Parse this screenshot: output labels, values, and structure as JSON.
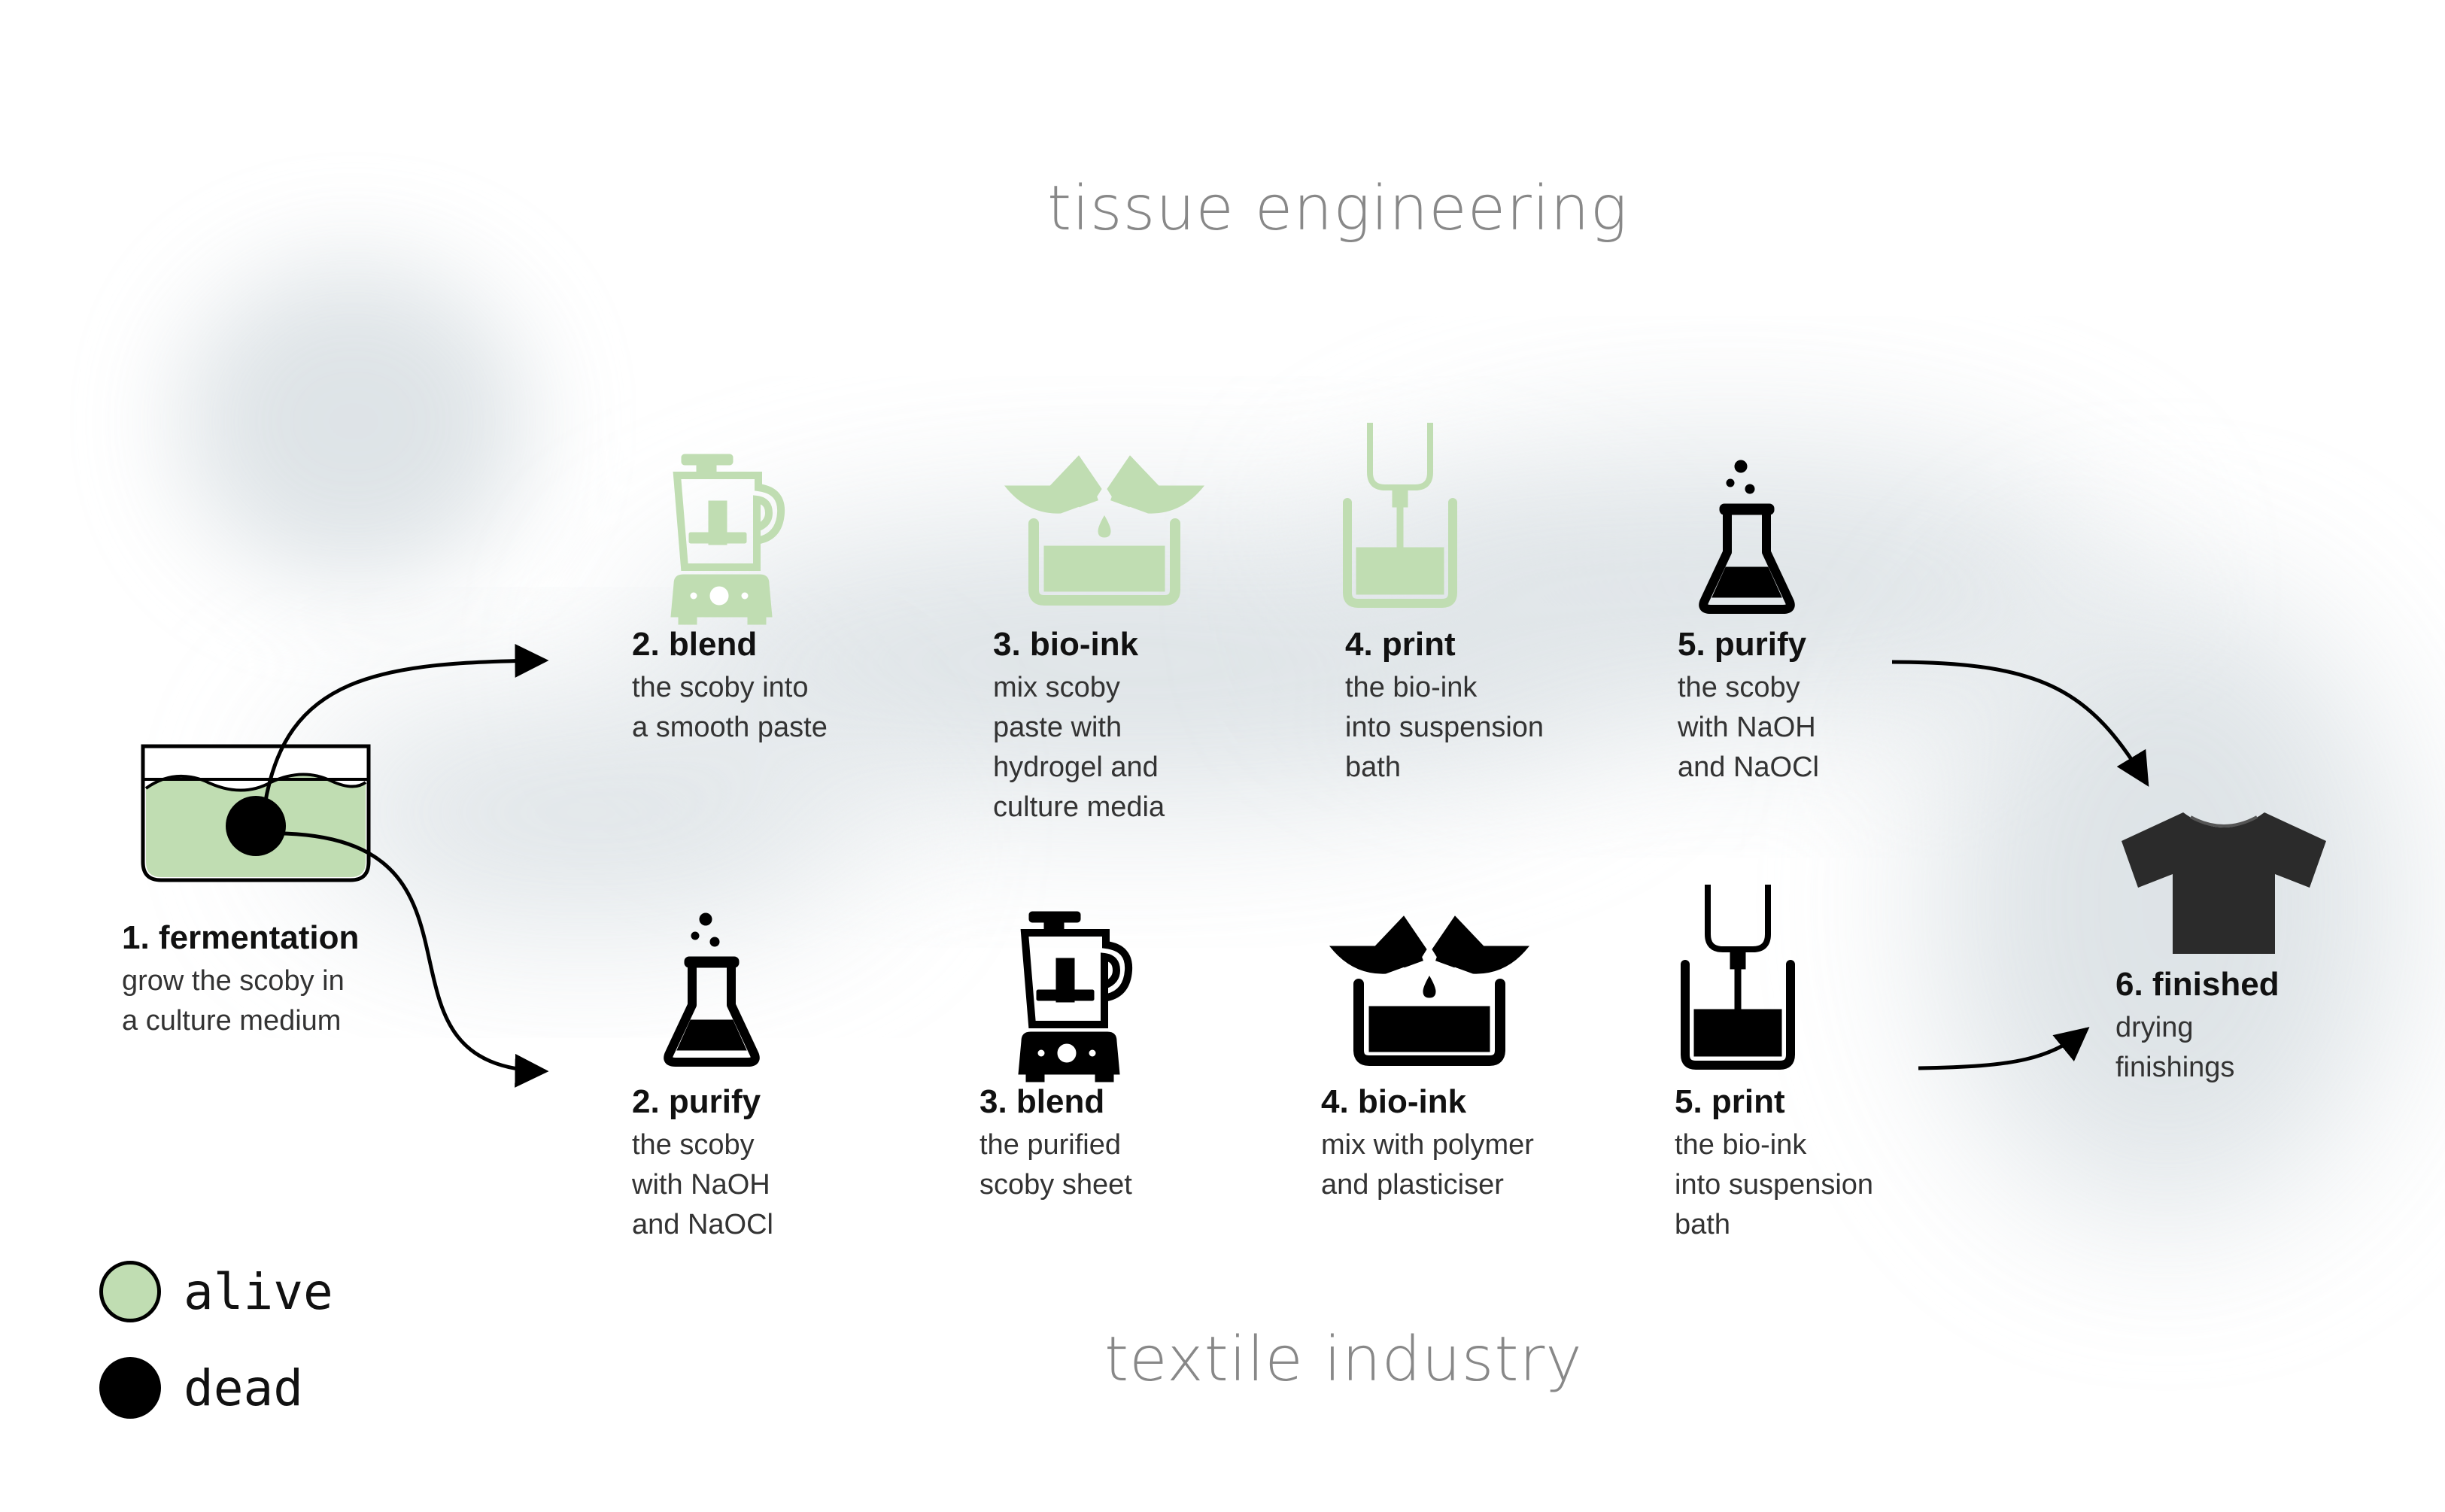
{
  "titles": {
    "top": "tissue engineering",
    "bottom": "textile industry"
  },
  "colors": {
    "alive": "#c0ddb2",
    "alive_stroke": "#a9cc99",
    "dead": "#000000",
    "shirt": "#2b2b2b"
  },
  "start": {
    "title": "1. fermentation",
    "lines": [
      "grow the scoby in",
      "a culture medium"
    ],
    "icon": "container-with-scoby-icon"
  },
  "top_row": [
    {
      "title": "2. blend",
      "lines": [
        "the scoby into",
        "a smooth paste"
      ],
      "icon": "food-processor-icon",
      "state": "alive"
    },
    {
      "title": "3. bio-ink",
      "lines": [
        "mix scoby",
        "paste with",
        "hydrogel and",
        "culture media"
      ],
      "icon": "mixing-beaker-icon",
      "state": "alive"
    },
    {
      "title": "4. print",
      "lines": [
        "the bio-ink",
        "into suspension",
        "bath"
      ],
      "icon": "printer-nozzle-icon",
      "state": "alive"
    },
    {
      "title": "5. purify",
      "lines": [
        "the scoby",
        "with NaOH",
        "and NaOCl"
      ],
      "icon": "erlenmeyer-flask-icon",
      "state": "dead"
    }
  ],
  "bottom_row": [
    {
      "title": "2. purify",
      "lines": [
        "the scoby",
        "with NaOH",
        "and NaOCl"
      ],
      "icon": "erlenmeyer-flask-icon",
      "state": "dead"
    },
    {
      "title": "3. blend",
      "lines": [
        "the purified",
        "scoby sheet"
      ],
      "icon": "food-processor-icon",
      "state": "dead"
    },
    {
      "title": "4. bio-ink",
      "lines": [
        "mix with polymer",
        "and plasticiser"
      ],
      "icon": "mixing-beaker-icon",
      "state": "dead"
    },
    {
      "title": "5. print",
      "lines": [
        "the bio-ink",
        "into suspension",
        "bath"
      ],
      "icon": "printer-nozzle-icon",
      "state": "dead"
    }
  ],
  "end": {
    "title": "6. finished",
    "lines": [
      "drying",
      "finishings"
    ],
    "icon": "t-shirt-icon"
  },
  "legend": [
    {
      "label": "alive",
      "state": "alive"
    },
    {
      "label": "dead",
      "state": "dead"
    }
  ]
}
